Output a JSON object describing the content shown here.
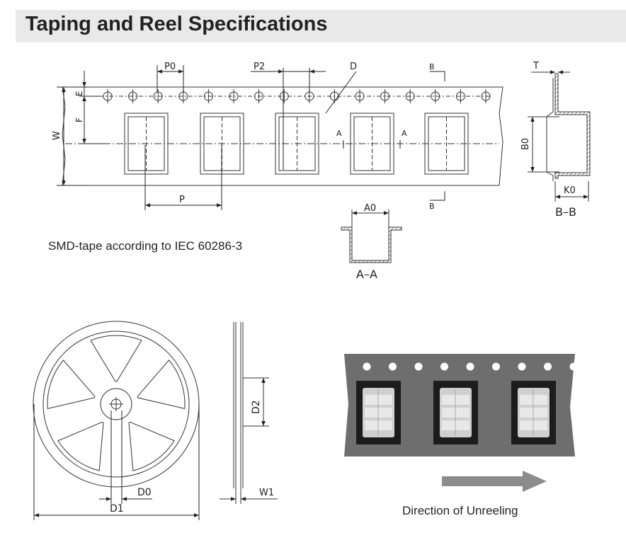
{
  "title": "Taping and Reel Specifications",
  "tape": {
    "caption": "SMD-tape according to IEC 60286-3",
    "labels": {
      "P0": "P0",
      "P2": "P2",
      "D": "D",
      "P": "P",
      "W": "W",
      "E": "E",
      "F": "F",
      "A": "A",
      "B": "B"
    }
  },
  "section_bb": {
    "T": "T",
    "B0": "B0",
    "K0": "K0",
    "caption": "B–B"
  },
  "section_aa": {
    "A0": "A0",
    "caption": "A–A"
  },
  "reel": {
    "D0": "D0",
    "D1": "D1",
    "D2": "D2",
    "W1": "W1"
  },
  "photo": {
    "caption": "Direction of Unreeling"
  },
  "colors": {
    "tape_gray": "#6e6e6e",
    "arrow_gray": "#8c8c8c",
    "title_bg": "#e9e9e9"
  }
}
